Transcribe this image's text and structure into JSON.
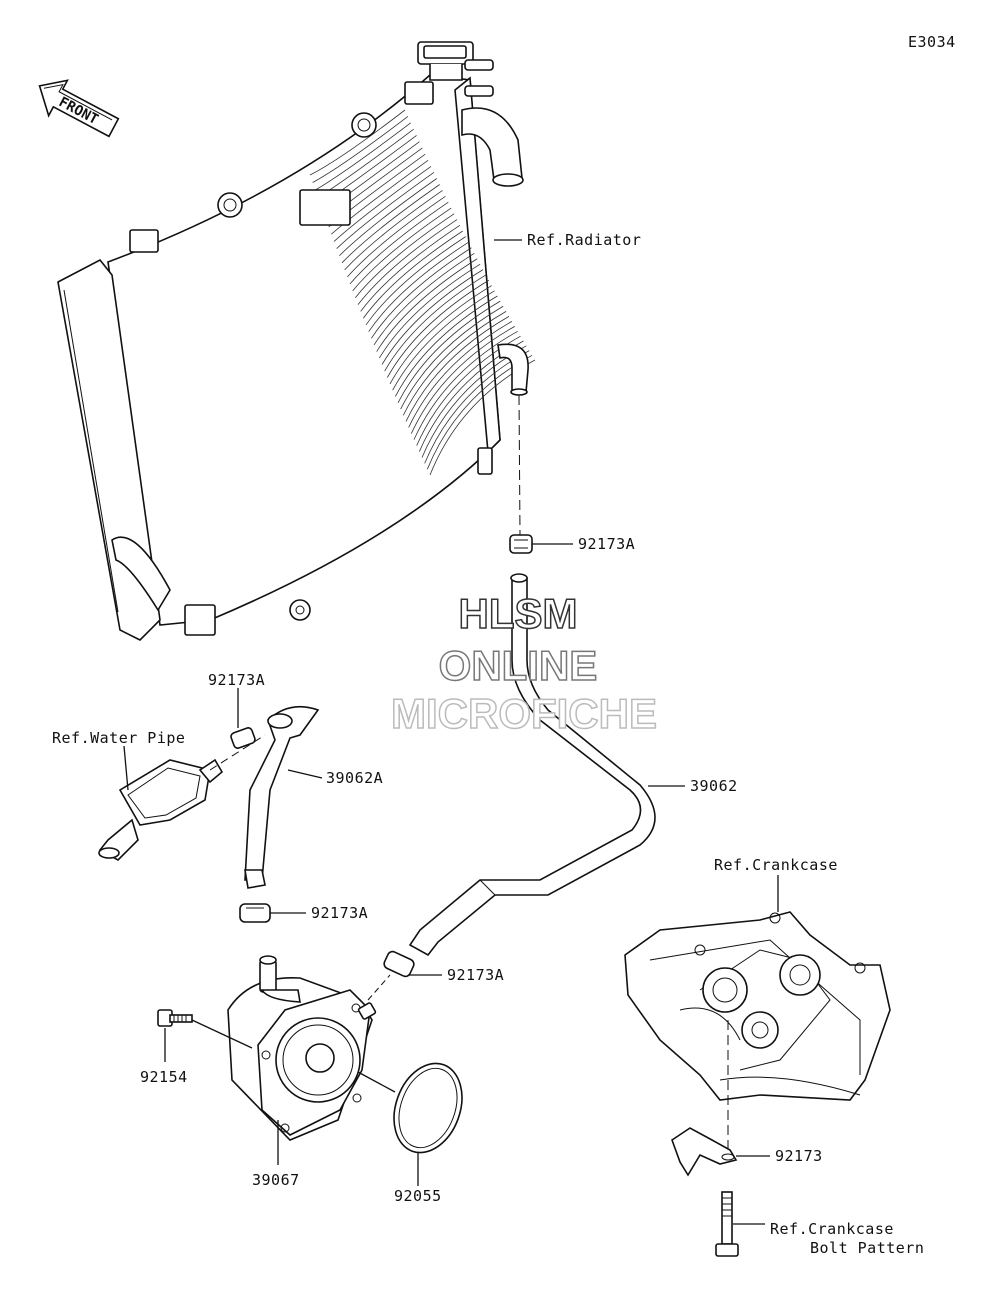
{
  "diagram_code": "E3034",
  "front_arrow": "FRONT",
  "watermark": {
    "line1": "HLSM",
    "line2": "ONLINE",
    "line3": "MICROFICHE"
  },
  "callouts": {
    "ref_radiator": "Ref.Radiator",
    "clamp_upper": "92173A",
    "clamp_left_top": "92173A",
    "ref_water_pipe": "Ref.Water Pipe",
    "hose_a": "39062A",
    "hose_main": "39062",
    "ref_crankcase": "Ref.Crankcase",
    "clamp_left_bottom": "92173A",
    "clamp_right_bottom": "92173A",
    "bolt": "92154",
    "oil_cooler": "39067",
    "o_ring": "92055",
    "clamp_crankcase": "92173",
    "ref_bolt_pattern_line1": "Ref.Crankcase",
    "ref_bolt_pattern_line2": "Bolt Pattern"
  }
}
